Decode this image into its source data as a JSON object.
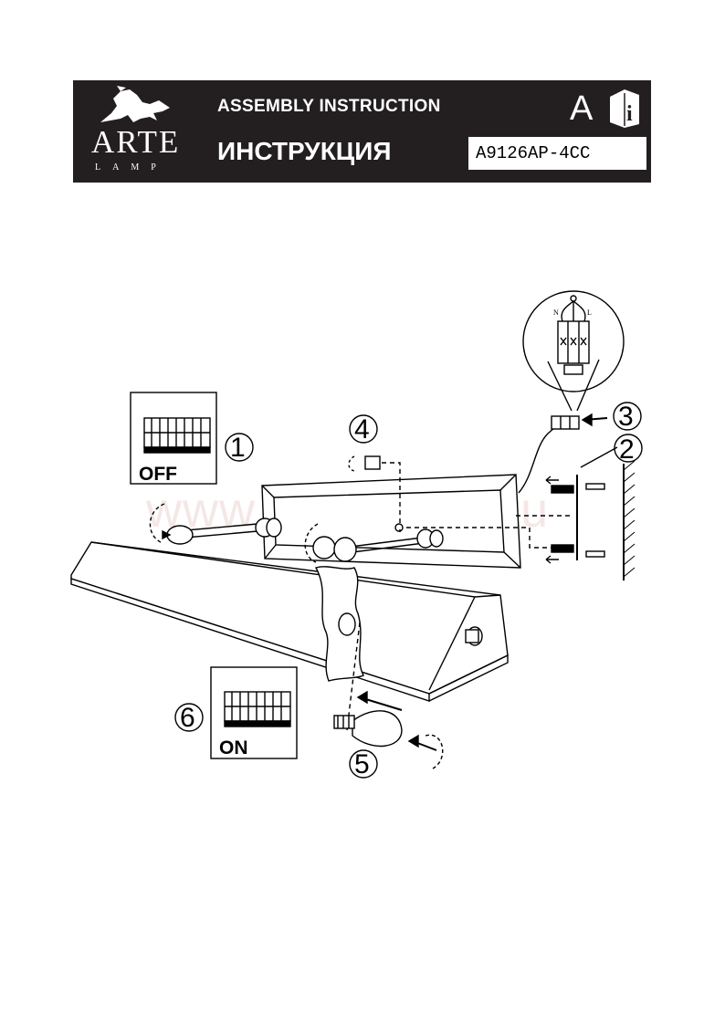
{
  "header": {
    "brand": "ARTE",
    "brand_sub": "LAMP",
    "title_en": "ASSEMBLY INSTRUCTION",
    "title_ru": "ИНСТРУКЦИЯ",
    "class_letter": "A",
    "model": "A9126AP-4CC"
  },
  "steps": {
    "s1": "1",
    "s2": "2",
    "s3": "3",
    "s4": "4",
    "s5": "5",
    "s6": "6"
  },
  "switch_off_label": "OFF",
  "switch_on_label": "ON",
  "terminal": {
    "n": "N",
    "l": "L"
  },
  "watermark": "www.svetodom.ru"
}
